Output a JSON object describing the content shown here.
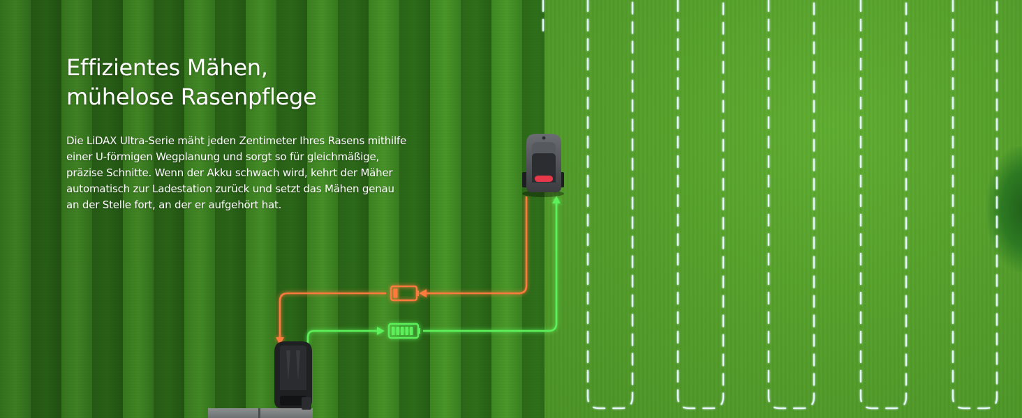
{
  "headline": {
    "line1": "Effizientes Mähen,",
    "line2": "mühelose Rasenpflege"
  },
  "body": {
    "text": "Die LiDAX Ultra-Serie mäht jeden Zentimeter Ihres Rasens mithilfe einer U-förmigen Wegplanung und sorgt so für gleichmäßige, präzise Schnitte. Wenn der Akku schwach wird, kehrt der Mäher automatisch zur Ladestation zurück und setzt das Mähen genau an der Stelle fort, an der er aufgehört hat."
  },
  "colors": {
    "return_path": "#ff7a3d",
    "resume_path": "#5cf05a",
    "planned_path": "#dff4ff",
    "mower_body": "#4a4c50",
    "mower_accent": "#e8394a",
    "station_body": "#1f2022"
  },
  "icons": {
    "low_battery": "battery-low-icon",
    "full_battery": "battery-full-icon",
    "mower": "robot-mower-icon",
    "station": "charging-station-icon"
  },
  "battery_levels": {
    "low_battery_fraction": 0.2,
    "full_battery_fraction": 1.0
  }
}
